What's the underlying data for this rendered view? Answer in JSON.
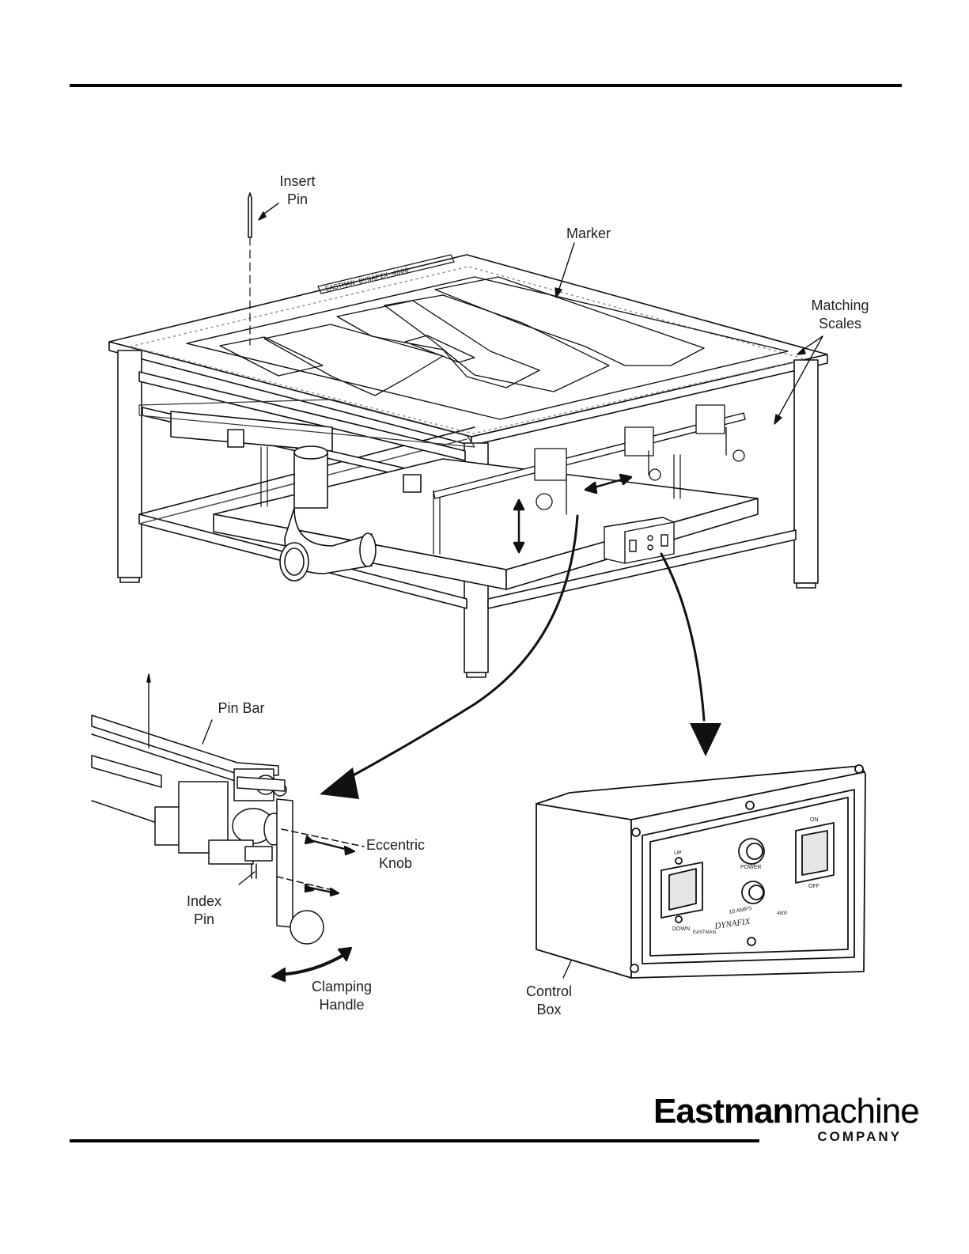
{
  "labels": {
    "insert_pin": [
      "Insert",
      "Pin"
    ],
    "marker": "Marker",
    "matching_scales": [
      "Matching",
      "Scales"
    ],
    "pin_bar": "Pin Bar",
    "eccentric_knob": [
      "Eccentric",
      "Knob"
    ],
    "index_pin": [
      "Index",
      "Pin"
    ],
    "clamping_handle": [
      "Clamping",
      "Handle"
    ],
    "control_box": [
      "Control",
      "Box"
    ]
  },
  "control_panel": {
    "up": "UP",
    "down": "DOWN",
    "power": "POWER",
    "amps": "10 AMPS",
    "on": "ON",
    "off": "OFF",
    "brand": "EASTMAN",
    "model": "DYNAFIX",
    "model_no": "4800"
  },
  "table_plate": "EASTMAN DYNAFIX 4800",
  "logo": {
    "brand_bold": "Eastman",
    "brand_light": "machine",
    "company": "COMPANY"
  }
}
